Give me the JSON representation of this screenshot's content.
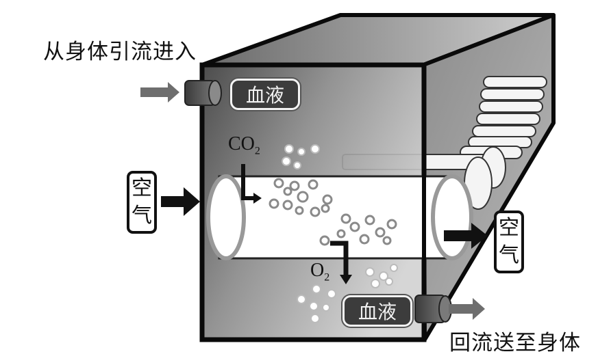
{
  "title": "Artificial lung (membrane oxygenator) gas-exchange diagram",
  "captions": {
    "inflow": "从身体引流进入",
    "outflow": "回流送至身体"
  },
  "labels": {
    "blood_in": "血液",
    "blood_out": "血液",
    "air_in": [
      "空",
      "气"
    ],
    "air_out": [
      "空",
      "气"
    ]
  },
  "gases": {
    "co2": {
      "base": "CO",
      "sub": "2"
    },
    "o2": {
      "base": "O",
      "sub": "2"
    }
  },
  "colors": {
    "box_dark": "#3a3a3a",
    "box_light": "#c8c8c8",
    "outline": "#0a0a0a",
    "blood_arrow": "#6e6e6e",
    "air_arrow": "#111111"
  }
}
